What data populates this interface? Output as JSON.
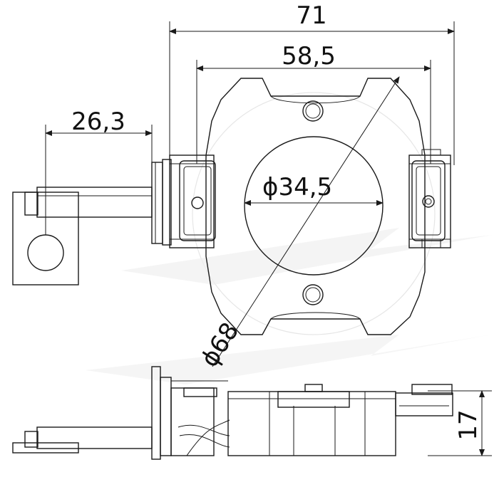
{
  "dimensions": {
    "overall_width": "71",
    "brush_holder_span": "58,5",
    "shaft_length": "26,3",
    "center_bore": "34,5",
    "outer_diameter": "68",
    "height": "17",
    "diameter_symbol": "ϕ"
  },
  "colors": {
    "line": "#1a1a1a",
    "watermark": "#e6e6e6",
    "background": "#ffffff"
  }
}
